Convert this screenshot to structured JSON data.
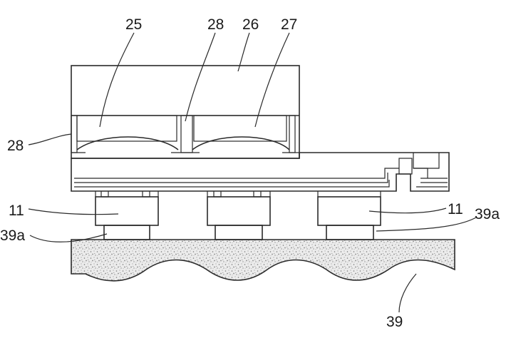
{
  "figure": {
    "type": "patent-cross-section",
    "labels": {
      "ref_25": "25",
      "ref_28_top": "28",
      "ref_26": "26",
      "ref_27": "27",
      "ref_28_left": "28",
      "ref_11_left": "11",
      "ref_11_right": "11",
      "ref_39a_left": "39a",
      "ref_39a_right": "39a",
      "ref_39": "39"
    },
    "colors": {
      "line": "#2a2a2a",
      "speckle_fill": "#e2e2e2",
      "hatch": "#8a8a8a"
    }
  }
}
